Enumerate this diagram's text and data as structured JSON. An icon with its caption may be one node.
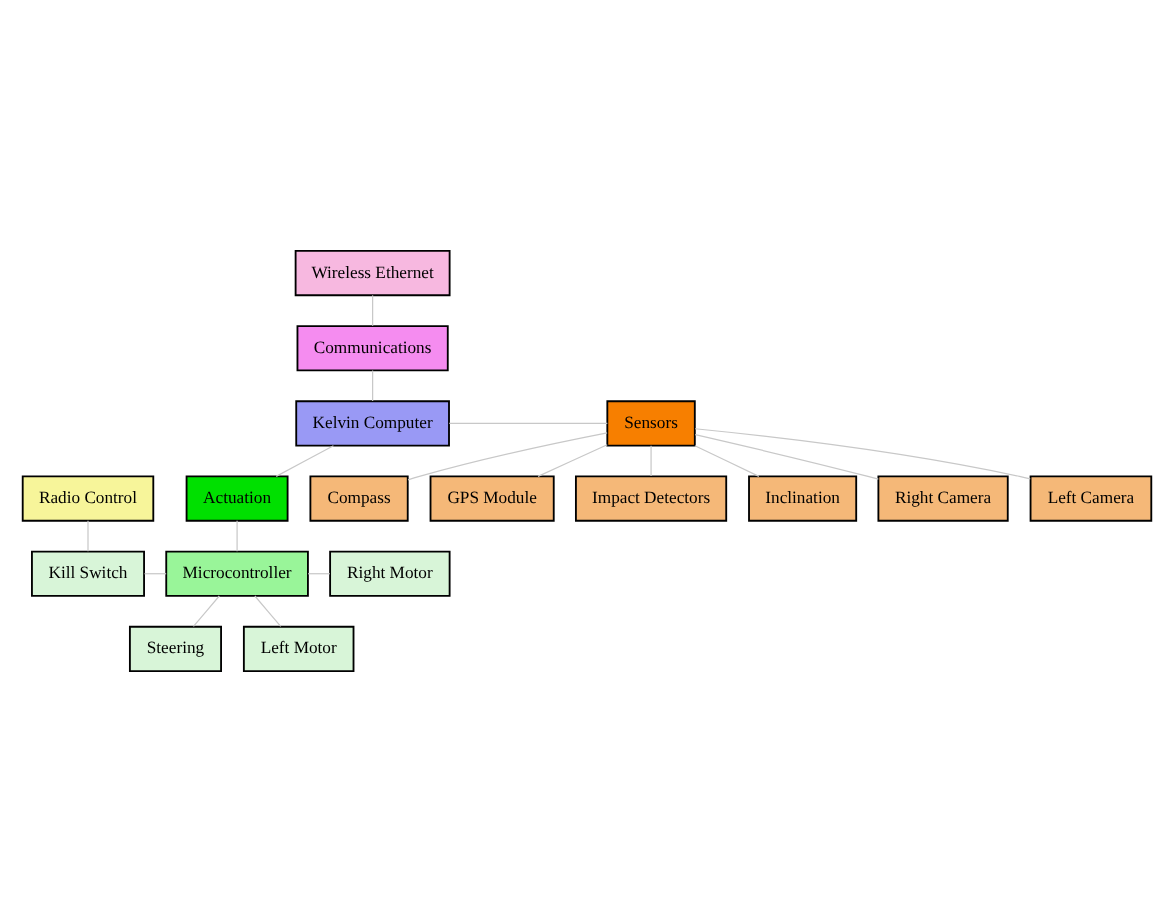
{
  "diagram": {
    "nodes": [
      {
        "text": [
          "Wireless Ethernet"
        ]
      },
      {
        "text": [
          "Communications"
        ]
      },
      {
        "text": [
          "Kelvin Computer"
        ]
      },
      {
        "text": [
          "Sensors"
        ]
      },
      {
        "text": [
          "Right Camera"
        ]
      },
      {
        "text": [
          "Left Camera"
        ]
      },
      {
        "text": [
          "Compass"
        ]
      },
      {
        "text": [
          "GPS Module"
        ]
      },
      {
        "text": [
          "Impact Detectors"
        ]
      },
      {
        "text": [
          "Inclination"
        ]
      },
      {
        "text": [
          "Radio Control"
        ]
      },
      {
        "text": [
          "Actuation"
        ]
      },
      {
        "text": [
          "Microcontroller"
        ]
      },
      {
        "text": [
          "Kill Switch"
        ]
      },
      {
        "text": [
          "Right Motor"
        ]
      },
      {
        "text": [
          "Steering"
        ]
      },
      {
        "text": [
          "Left Motor"
        ]
      }
    ],
    "edges": [
      {
        "from": 0,
        "to": 1,
        "arrow": "none"
      },
      {
        "from": 1,
        "to": 2,
        "arrow": "none"
      },
      {
        "from": 2,
        "to": 3,
        "arrow": "none"
      },
      {
        "from": 3,
        "to": 4,
        "arrow": "none"
      },
      {
        "from": 3,
        "to": 5,
        "arrow": "none"
      },
      {
        "from": 3,
        "to": 6,
        "arrow": "none"
      },
      {
        "from": 3,
        "to": 7,
        "arrow": "none"
      },
      {
        "from": 3,
        "to": 8,
        "arrow": "none"
      },
      {
        "from": 3,
        "to": 9,
        "arrow": "none"
      },
      {
        "from": 2,
        "to": 11,
        "arrow": "none"
      },
      {
        "from": 11,
        "to": 12,
        "arrow": "none"
      },
      {
        "from": 10,
        "to": 13,
        "arrow": "none"
      },
      {
        "from": 13,
        "to": 12,
        "arrow": "none"
      },
      {
        "from": 12,
        "to": 14,
        "arrow": "none"
      },
      {
        "from": 12,
        "to": 15,
        "arrow": "none"
      },
      {
        "from": 12,
        "to": 16,
        "arrow": "none"
      }
    ]
  }
}
